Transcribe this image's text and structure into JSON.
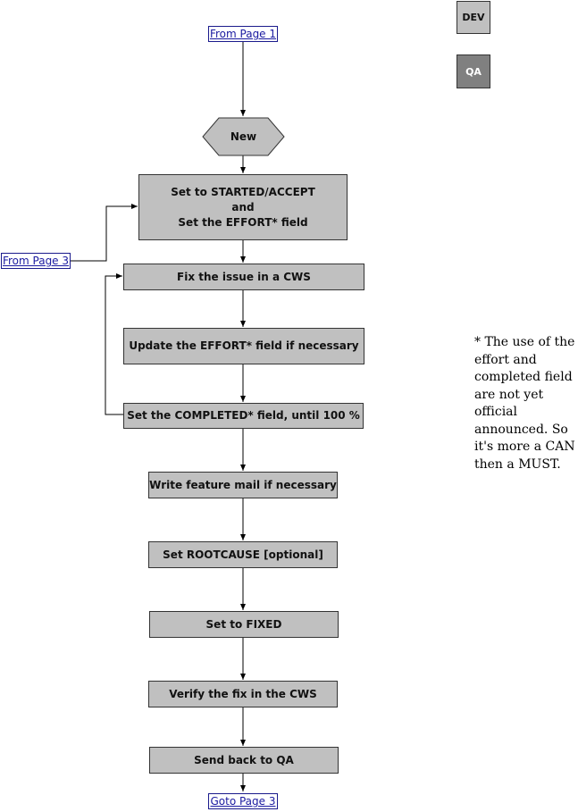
{
  "legend": {
    "dev": {
      "label": "DEV",
      "color": "#c0c0c0"
    },
    "qa": {
      "label": "QA",
      "color": "#808080"
    }
  },
  "connectors": {
    "from_page_1": "From Page 1",
    "from_page_3": "From Page 3",
    "goto_page_3": "Goto Page 3"
  },
  "start": {
    "label": "New"
  },
  "steps": {
    "set_started": {
      "lines": [
        "Set to STARTED/ACCEPT",
        "and",
        "Set the EFFORT* field"
      ]
    },
    "fix_issue": "Fix the issue in a CWS",
    "update_effort": "Update the EFFORT* field if necessary",
    "set_completed": "Set the COMPLETED* field, until 100 %",
    "feature_mail": "Write feature mail if necessary",
    "rootcause": "Set ROOTCAUSE [optional]",
    "set_fixed": "Set to FIXED",
    "verify_fix": "Verify the fix in the CWS",
    "send_back": "Send back to QA"
  },
  "note": {
    "text": "* The use of the effort and completed field are not yet official announced. So it's more a CAN then a MUST."
  },
  "colors": {
    "process_fill": "#c0c0c0",
    "qa_fill": "#808080",
    "line": "#000000",
    "link_text": "#1a1aa0"
  }
}
